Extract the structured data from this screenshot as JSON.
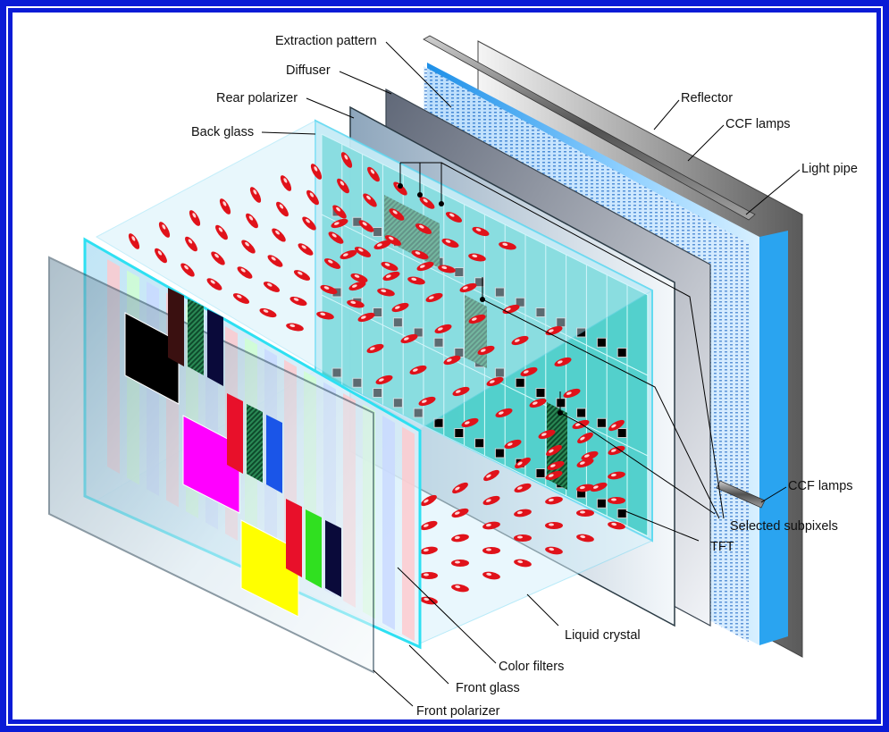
{
  "labels": {
    "extraction_pattern": "Extraction pattern",
    "diffuser": "Diffuser",
    "rear_polarizer": "Rear polarizer",
    "back_glass": "Back glass",
    "reflector": "Reflector",
    "ccf_lamps_top": "CCF lamps",
    "light_pipe": "Light pipe",
    "ccf_lamps_bottom": "CCF lamps",
    "selected_subpixels": "Selected subpixels",
    "tft": "TFT",
    "liquid_crystal": "Liquid crystal",
    "color_filters": "Color filters",
    "front_glass": "Front glass",
    "front_polarizer": "Front polarizer"
  },
  "colors": {
    "frame_blue": "#0a1bd6",
    "crystal_red": "#e0121a",
    "tft_panel": "#40cbc6",
    "magenta": "#ff00ff",
    "yellow": "#ffff00"
  }
}
